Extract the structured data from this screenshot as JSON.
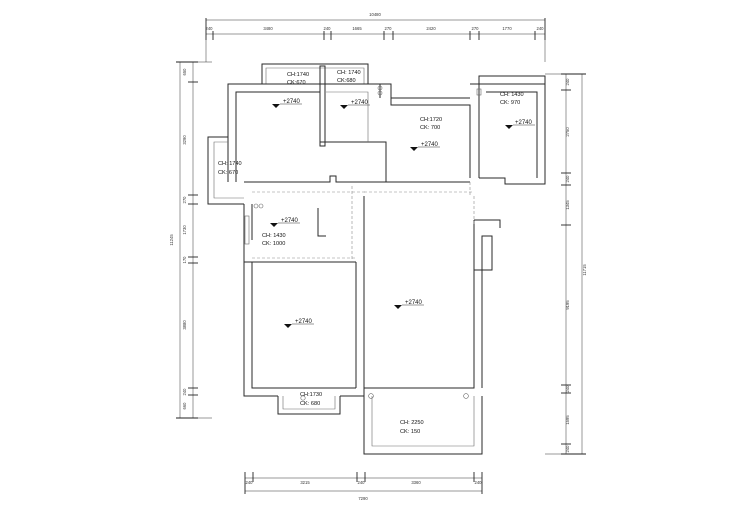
{
  "dimensions": {
    "top_total": "10480",
    "top_segments": [
      "240",
      "3480",
      "240",
      "1665",
      "270",
      "2420",
      "270",
      "1770",
      "240"
    ],
    "bottom_total": "7290",
    "bottom_segments": [
      "240",
      "3215",
      "240",
      "3360",
      "240"
    ],
    "left_total": "11245",
    "left_segments": [
      "650",
      "3290",
      "270",
      "1730",
      "170",
      "3880",
      "240",
      "660"
    ],
    "right_total": "11715",
    "right_segments": [
      "240",
      "2750",
      "240",
      "1345",
      "9195",
      "240",
      "1595",
      "240"
    ]
  },
  "openings": [
    {
      "ch": "CH:1740",
      "ck": "CK:670"
    },
    {
      "ch": "CH: 1740",
      "ck": "CK:680"
    },
    {
      "ch": "CH:1720",
      "ck": "CK: 700"
    },
    {
      "ch": "CH: 1430",
      "ck": "CK: 970"
    },
    {
      "ch": "CH: 1740",
      "ck": "CK: 670"
    },
    {
      "ch": "CH: 1430",
      "ck": "CK: 1000"
    },
    {
      "ch": "CH:1730",
      "ck": "CK: 680"
    },
    {
      "ch": "CH: 2250",
      "ck": "CK: 150"
    }
  ],
  "elevations": [
    "+2740",
    "+2740",
    "+2740",
    "+2740",
    "+2740",
    "+2740",
    "+2740"
  ]
}
